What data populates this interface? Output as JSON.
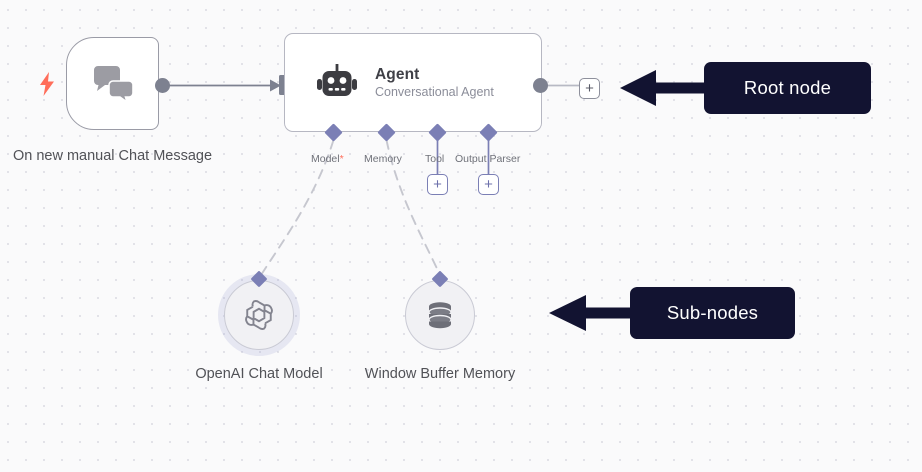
{
  "canvas": {
    "background_color": "#fafafb",
    "dot_color": "#e2e2e8"
  },
  "nodes": [
    {
      "id": "trigger",
      "label": "On new manual Chat Message",
      "icon": "chat-bubbles-icon",
      "type": "trigger",
      "has_bolt": true
    },
    {
      "id": "agent",
      "title": "Agent",
      "subtitle": "Conversational Agent",
      "icon": "robot-icon",
      "type": "root"
    },
    {
      "id": "openai",
      "label": "OpenAI Chat Model",
      "icon": "openai-logo-icon",
      "type": "sub-node"
    },
    {
      "id": "memory",
      "label": "Window Buffer Memory",
      "icon": "database-icon",
      "type": "sub-node"
    }
  ],
  "agent_ports": [
    {
      "label": "Model",
      "required": true,
      "required_marker": "*",
      "has_plus": false
    },
    {
      "label": "Memory",
      "required": false,
      "required_marker": "",
      "has_plus": false
    },
    {
      "label": "Tool",
      "required": false,
      "required_marker": "",
      "has_plus": true
    },
    {
      "label": "Output Parser",
      "required": false,
      "required_marker": "",
      "has_plus": true
    }
  ],
  "buttons": {
    "plus_glyph": "+",
    "output_plus_name": "add-node-after-agent",
    "tool_plus_name": "add-tool-node",
    "parser_plus_name": "add-output-parser-node"
  },
  "callouts": [
    {
      "text": "Root node",
      "color": "#121331",
      "arrow": "left"
    },
    {
      "text": "Sub-nodes",
      "color": "#121331",
      "arrow": "left"
    }
  ],
  "accent_colors": {
    "port": "#7b7fb5",
    "connector": "#7d8190",
    "trigger_bolt": "#ff6d5a",
    "required_star": "#ff6d5a",
    "callout_bg": "#121331"
  }
}
